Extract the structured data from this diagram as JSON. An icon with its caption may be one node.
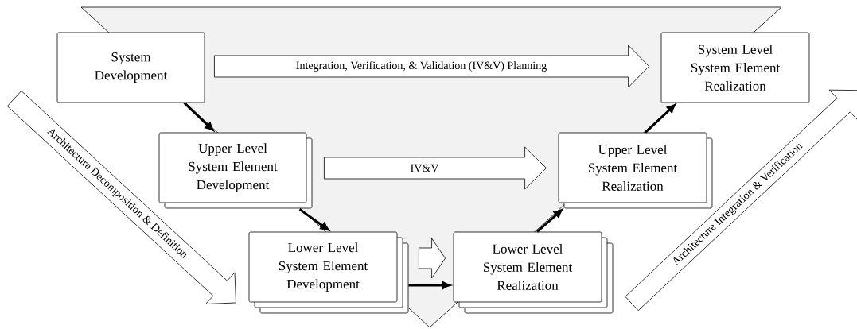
{
  "diagram": {
    "nodes": [
      {
        "text": [
          "System Development"
        ]
      },
      {
        "text": [
          "System Level System Element Realization"
        ]
      },
      {
        "text": [
          "Upper Level System Element Development"
        ]
      },
      {
        "text": [
          "Upper Level System Element Realization"
        ]
      },
      {
        "text": [
          "Lower Level System Element Development"
        ]
      },
      {
        "text": [
          "Lower Level System Element Realization"
        ]
      }
    ],
    "edges": [
      {
        "from": 0,
        "to": 1,
        "arrow": "to",
        "label": "Integration, Verification, & Validation (IV&V) Planning"
      },
      {
        "from": 0,
        "to": 2,
        "arrow": "to"
      },
      {
        "from": 2,
        "to": 3,
        "arrow": "to",
        "label": "IV&V"
      },
      {
        "from": 2,
        "to": 4,
        "arrow": "to"
      },
      {
        "from": 4,
        "to": 5,
        "arrow": "to"
      },
      {
        "from": 4,
        "to": 5,
        "arrow": "to"
      },
      {
        "from": 5,
        "to": 3,
        "arrow": "to"
      },
      {
        "from": 3,
        "to": 1,
        "arrow": "to"
      }
    ],
    "labels": [
      "Architecture Decomposition & Definition",
      "Architecture Integration & Verification"
    ]
  }
}
